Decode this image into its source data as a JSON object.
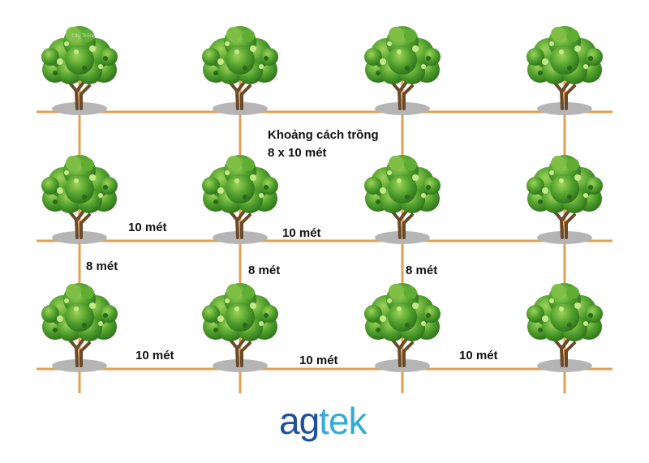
{
  "diagram": {
    "title_line1": "Khoảng cách trồng",
    "title_line2": "8 x 10 mét",
    "row_spacing_labels": [
      "8 mét",
      "8 mét",
      "8 mét"
    ],
    "row2_spacing_labels": [
      "10 mét",
      "10 mét"
    ],
    "row3_spacing_labels": [
      "10 mét",
      "10 mét",
      "10 mét"
    ],
    "watermark_text": "Cây Trồng",
    "rows": 3,
    "columns": 4,
    "colors": {
      "line": "#e0a050",
      "foliage_dark": "#2f7a1f",
      "foliage_mid": "#4f9e2c",
      "foliage_light": "#8cc84a",
      "trunk": "#6b4a2a",
      "shadow": "#b8b8b8"
    }
  },
  "logo": {
    "part1": "ag",
    "part2": "tek",
    "color_ag": "#1f4fa0",
    "color_tek": "#33aadd"
  }
}
